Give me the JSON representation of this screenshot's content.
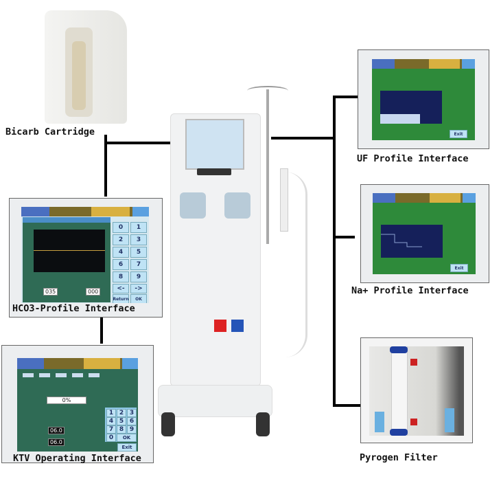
{
  "labels": {
    "bicarb": "Bicarb Cartridge",
    "hco3": "HCO3-Profile Interface",
    "ktv": "KTV Operating Interface",
    "uf": "UF Profile Interface",
    "na": "Na+ Profile Interface",
    "pyrogen": "Pyrogen Filter"
  },
  "hco3": {
    "keys": [
      "0",
      "1",
      "2",
      "3",
      "4",
      "5",
      "6",
      "7",
      "8",
      "9",
      "<-",
      "->"
    ],
    "return": "Return",
    "ok": "OK",
    "value1": "035",
    "value2": "000"
  },
  "ktv": {
    "keys": [
      "1",
      "2",
      "3",
      "4",
      "5",
      "6",
      "7",
      "8",
      "9",
      "0",
      "OK"
    ],
    "progress": "0%",
    "value1": "06.0",
    "value2": "06.0",
    "exit": "Exit"
  },
  "uf": {
    "exit": "Exit"
  },
  "na": {
    "exit": "Exit"
  }
}
